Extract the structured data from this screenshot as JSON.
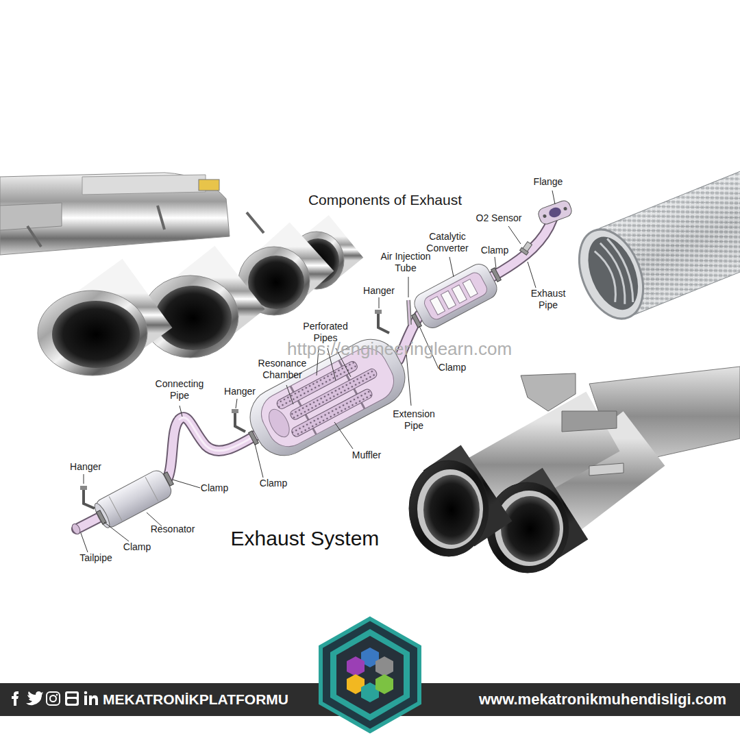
{
  "diagram": {
    "title": "Components of Exhaust",
    "caption": "Exhaust System",
    "labels": [
      "Flange",
      "O2 Sensor",
      "Catalytic Converter",
      "Clamp",
      "Air Injection Tube",
      "Hanger",
      "Exhaust Pipe",
      "Perforated Pipes",
      "Resonance Chamber",
      "Clamp",
      "Connecting Pipe",
      "Hanger",
      "Extension Pipe",
      "Muffler",
      "Hanger",
      "Clamp",
      "Clamp",
      "Resonator",
      "Clamp",
      "Tailpipe",
      "https://engineeringlearn.com",
      "MEKATRONİKPLATFORMU",
      "www.mekatronikmuhendisligi.com"
    ]
  }
}
